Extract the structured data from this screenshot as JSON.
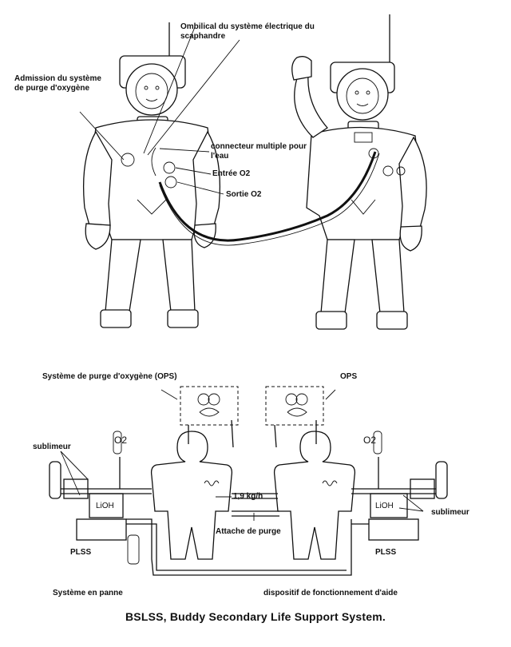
{
  "labels": {
    "umbilical": "Ombilical du système électrique du scaphandre",
    "oxygen_purge_intake": "Admission du système de purge d'oxygène",
    "water_connector": "connecteur multiple pour l'eau",
    "o2_in": "Entrée O2",
    "o2_out": "Sortie O2",
    "ops_full": "Système de purge d'oxygène (OPS)",
    "ops_short": "OPS",
    "sublimator_left": "sublimeur",
    "sublimator_right": "sublimeur",
    "o2_left": "O2",
    "o2_right": "O2",
    "lioh_left": "LiOH",
    "lioh_right": "LiOH",
    "flow_rate": "1,9 kg/h",
    "purge_tether": "Attache de purge",
    "plss_left": "PLSS",
    "plss_right": "PLSS",
    "failed_system": "Système en panne",
    "helper_system": "dispositif de fonctionnement d'aide"
  },
  "caption": "BSLSS, Buddy Secondary Life Support System."
}
